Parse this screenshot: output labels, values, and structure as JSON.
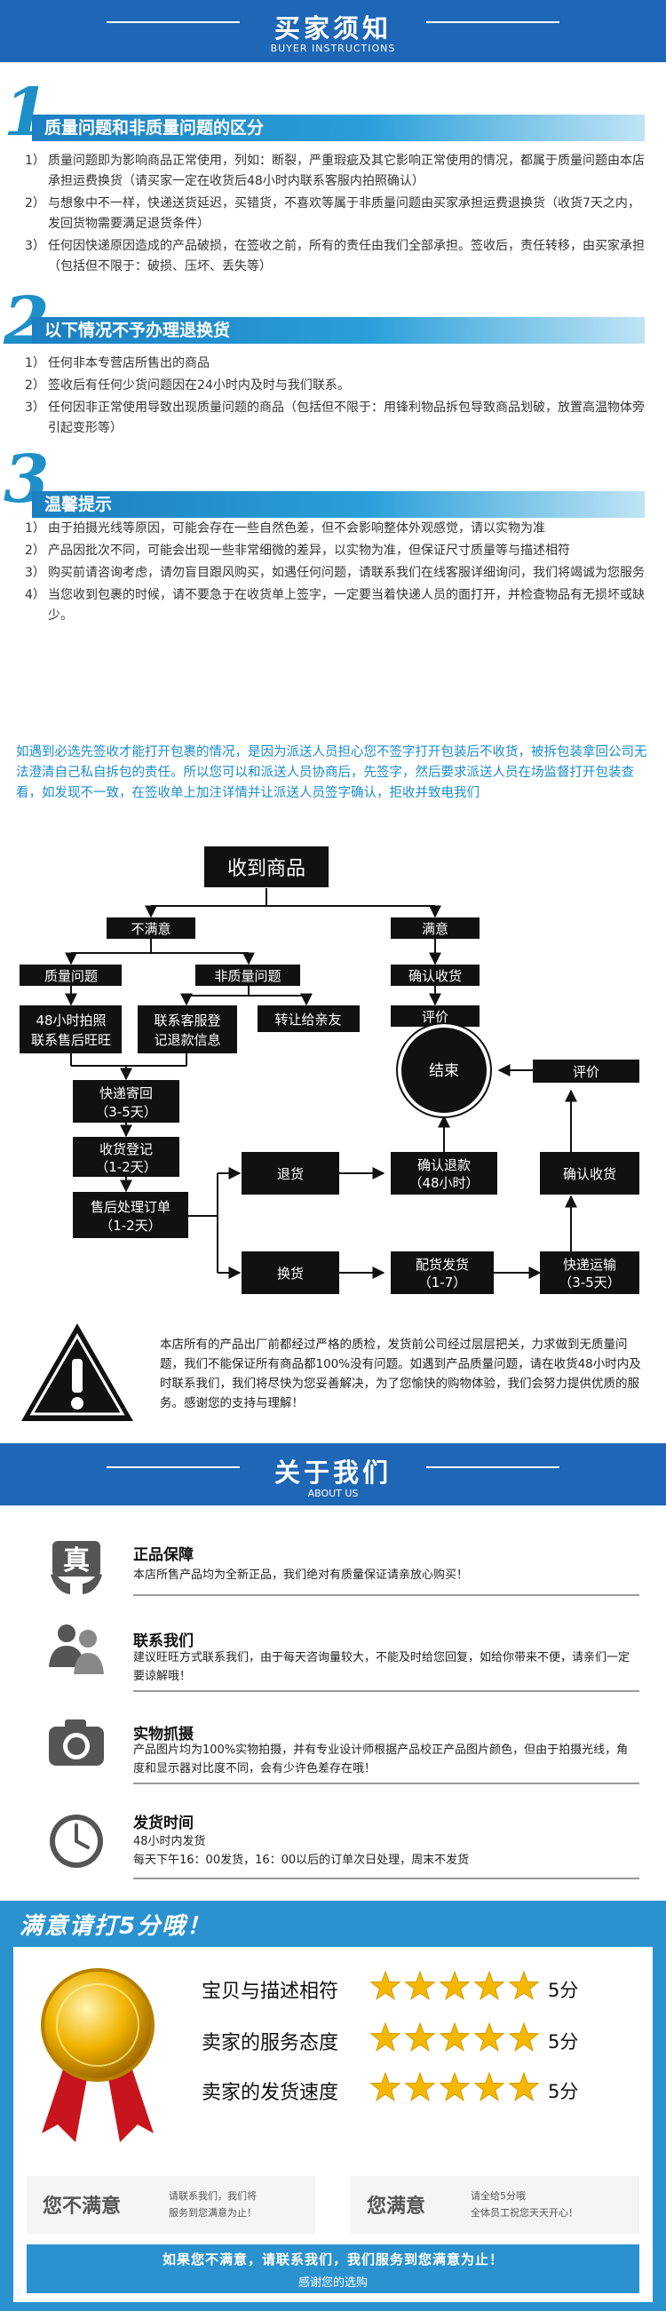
{
  "header": {
    "title": "买家须知",
    "subtitle": "BUYER INSTRUCTIONS"
  },
  "sections": [
    {
      "number": "1",
      "title": "质量问题和非质量问题的区分",
      "items": [
        {
          "n": "1）",
          "text": "质量问题即为影响商品正常使用，列如：断裂，严重瑕疵及其它影响正常使用的情况，都属于质量问题由本店承担运费换货（请买家一定在收货后48小时内联系客服内拍照确认）"
        },
        {
          "n": "2）",
          "text": "与想象中不一样，快递送货延迟，买错货，不喜欢等属于非质量问题由买家承担运费退换货（收货7天之内，发回货物需要满足退货条件）"
        },
        {
          "n": "3）",
          "text": "任何因快递原因造成的产品破损，在签收之前，所有的责任由我们全部承担。签收后，责任转移，由买家承担（包括但不限于：破损、压坏、丢失等）"
        }
      ]
    },
    {
      "number": "2",
      "title": "以下情况不予办理退换货",
      "items": [
        {
          "n": "1）",
          "text": "任何非本专营店所售出的商品"
        },
        {
          "n": "2）",
          "text": "签收后有任何少货问题因在24小时内及时与我们联系。"
        },
        {
          "n": "3）",
          "text": "任何因非正常使用导致出现质量问题的商品（包括但不限于：用锋利物品拆包导致商品划破，放置高温物体旁引起变形等）"
        }
      ]
    },
    {
      "number": "3",
      "title": "温馨提示",
      "items": [
        {
          "n": "1）",
          "text": "由于拍摄光线等原因，可能会存在一些自然色差，但不会影响整体外观感觉，请以实物为准"
        },
        {
          "n": "2）",
          "text": "产品因批次不同，可能会出现一些非常细微的差异，以实物为准，但保证尺寸质量等与描述相符"
        },
        {
          "n": "3）",
          "text": "购买前请咨询考虑，请勿盲目跟风购买，如遇任何问题，请联系我们在线客服详细询问，我们将竭诚为您服务"
        },
        {
          "n": "4）",
          "text": "当您收到包裹的时候，请不要急于在收货单上签字，一定要当着快递人员的面打开，并检查物品有无损坏或缺少。"
        }
      ]
    }
  ],
  "notice": "如遇到必选先签收才能打开包裹的情况，是因为派送人员担心您不签字打开包装后不收货，被拆包装拿回公司无法澄清自己私自拆包的责任。所以您可以和派送人员协商后，先签字，然后要求派送人员在场监督打开包装查看，如发现不一致，在签收单上加注详情并让派送人员签字确认，拒收并致电我们",
  "flow": {
    "receive": "收到商品",
    "unsatisfied": "不满意",
    "satisfied": "满意",
    "quality": "质量问题",
    "non_quality": "非质量问题",
    "photo1": "48小时拍照",
    "photo2": "联系售后旺旺",
    "contact1": "联系客服登",
    "contact2": "记退款信息",
    "gift": "转让给亲友",
    "confirm": "确认收货",
    "review": "评价",
    "express1": "快递寄回",
    "express2": "（3-5天）",
    "register1": "收货登记",
    "register2": "（1-2天）",
    "after1": "售后处理订单",
    "after2": "（1-2天）",
    "refund": "退货",
    "exchange": "换货",
    "refund_ok1": "确认退款",
    "refund_ok2": "（48小时）",
    "ship1": "配货发货",
    "ship2": "（1-7）",
    "end": "结束",
    "review2": "评价",
    "confirm2": "确认收货",
    "transit1": "快递运输",
    "transit2": "（3-5天）"
  },
  "warning": {
    "icon": "warning-icon",
    "text": "本店所有的产品出厂前都经过严格的质检，发货前公司经过层层把关，力求做到无质量问题，我们不能保证所有商品都100%没有问题。如遇到产品质量问题，请在收货48小时内及时联系我们，我们将尽快为您妥善解决，为了您愉快的购物体验，我们会努力提供优质的服务。感谢您的支持与理解！"
  },
  "about": {
    "title": "关于我们",
    "subtitle": "ABOUT US",
    "items": [
      {
        "icon": "authentic-icon",
        "icon_char": "真",
        "title": "正品保障",
        "desc": "本店所售产品均为全新正品，我们绝对有质量保证请亲放心购买！"
      },
      {
        "icon": "contact-icon",
        "title": "联系我们",
        "desc": "建议旺旺方式联系我们，由于每天咨询量较大，不能及时给您回复，如给你带来不便，请亲们一定要谅解哦！"
      },
      {
        "icon": "camera-icon",
        "title": "实物抓摄",
        "desc": "产品图片均为100%实物拍摄，并有专业设计师根据产品校正产品图片颜色，但由于拍摄光线，角度和显示器对比度不同，会有少许色差存在哦！"
      },
      {
        "icon": "clock-icon",
        "title": "发货时间",
        "desc1": "48小时内发货",
        "desc2": "每天下午16：00发货，16：00以后的订单次日处理，周末不发货"
      }
    ]
  },
  "rating": {
    "header": "满意请打5分哦！",
    "rows": [
      {
        "label": "宝贝与描述相符",
        "stars": 5,
        "score": "5分"
      },
      {
        "label": "卖家的服务态度",
        "stars": 5,
        "score": "5分"
      },
      {
        "label": "卖家的发货速度",
        "stars": 5,
        "score": "5分"
      }
    ],
    "unhappy_left": {
      "big": "您不满意",
      "line1": "请联系我们，我们将",
      "line2": "服务到您满意为止！"
    },
    "unhappy_right": {
      "big": "您满意",
      "line1": "请全给5分哦",
      "line2": "全体员工祝您天天开心！"
    },
    "bottom_line1": "如果您不满意，请联系我们，我们服务到您满意为止！",
    "bottom_line2": "感谢您的选购",
    "colors": {
      "blue": "#2b92d0",
      "gold": "#f5b800",
      "ribbon": "#d4141c"
    }
  }
}
